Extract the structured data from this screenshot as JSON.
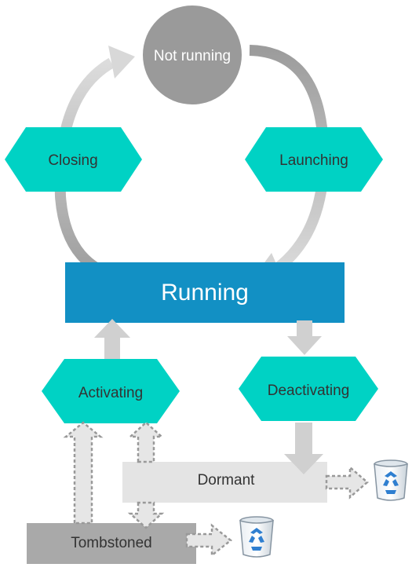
{
  "states": {
    "not_running": "Not running",
    "closing": "Closing",
    "launching": "Launching",
    "running": "Running",
    "activating": "Activating",
    "deactivating": "Deactivating",
    "dormant": "Dormant",
    "tombstoned": "Tombstoned"
  },
  "colors": {
    "not_running_fill": "#9a9a9a",
    "hexagon_fill": "#00d2c4",
    "running_fill": "#1290c4",
    "dormant_fill": "#e4e4e4",
    "tombstoned_fill": "#a9a9a9",
    "arrow_fill": "#d0d0d0",
    "dashed_border": "#999999",
    "hexagon_text": "#333333",
    "light_text": "#ffffff"
  },
  "icons": {
    "dormant_discard": "recycle-bin-icon",
    "tombstoned_discard": "recycle-bin-icon"
  }
}
